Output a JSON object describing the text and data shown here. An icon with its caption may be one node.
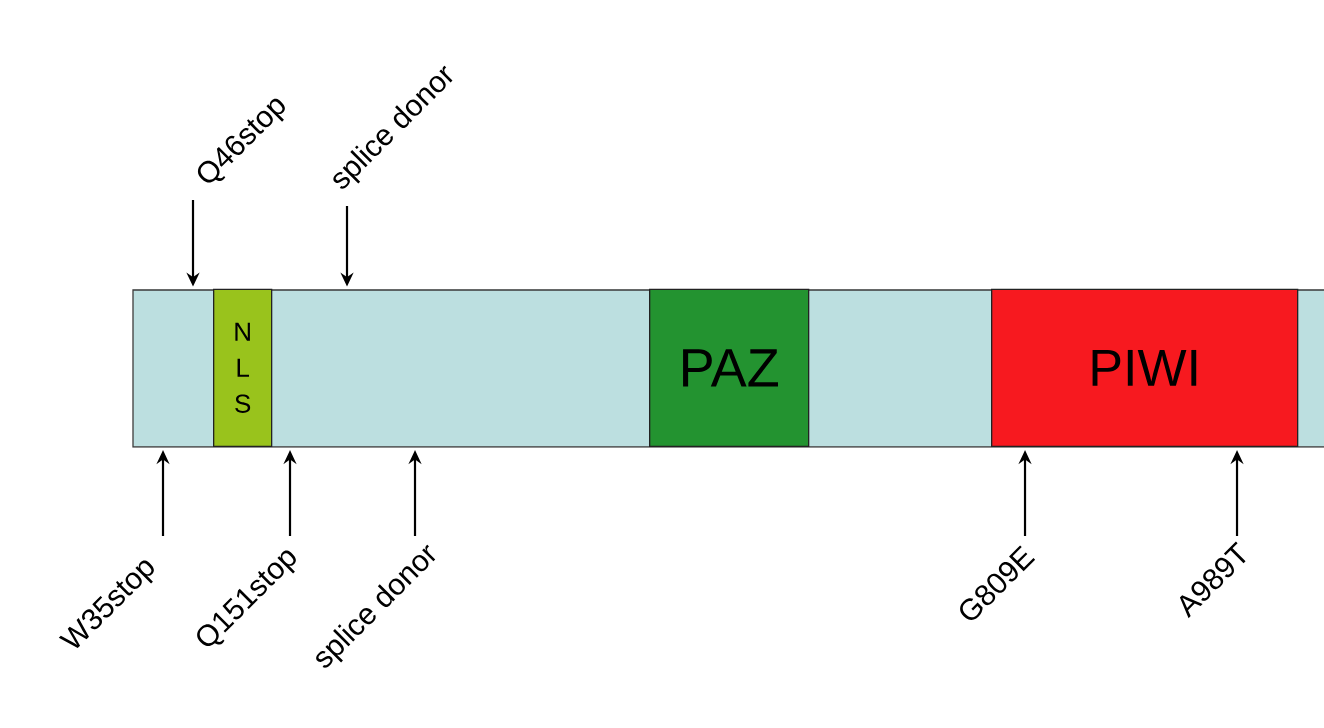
{
  "diagram": {
    "nodes": [
      {
        "text": [],
        "shape": "bar"
      },
      {
        "text": [
          "N L S"
        ],
        "in": 0
      },
      {
        "text": [
          "PAZ"
        ],
        "in": 0
      },
      {
        "text": [
          "PIWI"
        ],
        "in": 0
      },
      {
        "text": [
          "Q46stop"
        ]
      },
      {
        "text": [
          "splice donor"
        ]
      },
      {
        "text": [
          "W35stop"
        ]
      },
      {
        "text": [
          "Q151stop"
        ]
      },
      {
        "text": [
          "splice donor"
        ]
      },
      {
        "text": [
          "G809E"
        ]
      },
      {
        "text": [
          "A989T"
        ]
      }
    ],
    "edges": [
      {
        "from": 4,
        "to": 0,
        "arrow": "to"
      },
      {
        "from": 5,
        "to": 0,
        "arrow": "to"
      },
      {
        "from": 6,
        "to": 0,
        "arrow": "to"
      },
      {
        "from": 7,
        "to": 0,
        "arrow": "to"
      },
      {
        "from": 8,
        "to": 0,
        "arrow": "to"
      },
      {
        "from": 9,
        "to": 0,
        "arrow": "to"
      },
      {
        "from": 10,
        "to": 0,
        "arrow": "to"
      }
    ]
  }
}
